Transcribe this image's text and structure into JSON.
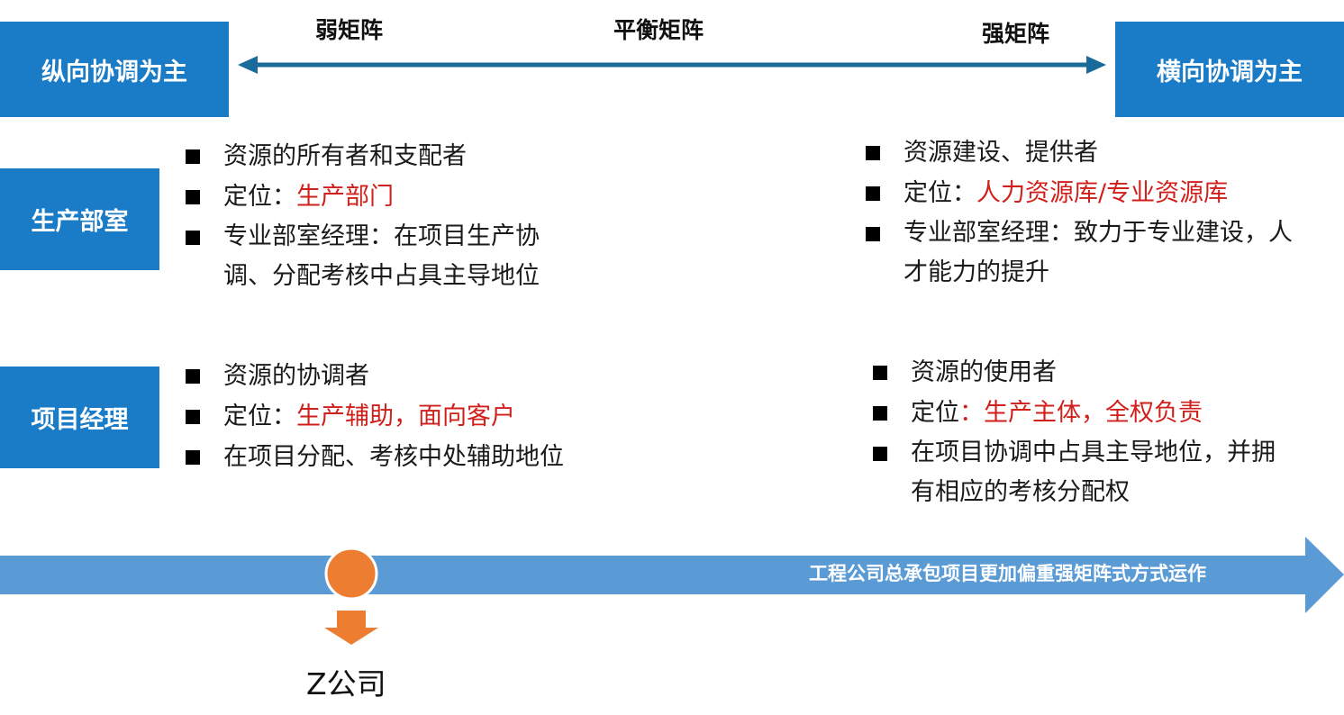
{
  "top": {
    "left_box": "纵向协调为主",
    "right_box": "横向协调为主",
    "weak": "弱矩阵",
    "balanced": "平衡矩阵",
    "strong": "强矩阵"
  },
  "rows": {
    "dept": {
      "label": "生产部室",
      "left": {
        "item1": "资源的所有者和支配者",
        "item2_prefix": "定位：",
        "item2_value": "生产部门",
        "item3": "专业部室经理：在项目生产协调、分配考核中占具主导地位"
      },
      "right": {
        "item1": "资源建设、提供者",
        "item2_prefix": "定位：",
        "item2_value": "人力资源库/专业资源库",
        "item3": "专业部室经理：致力于专业建设，人才能力的提升"
      }
    },
    "pm": {
      "label": "项目经理",
      "left": {
        "item1": "资源的协调者",
        "item2_prefix": "定位：",
        "item2_value": "生产辅助，面向客户",
        "item3": "在项目分配、考核中处辅助地位"
      },
      "right": {
        "item1": "资源的使用者",
        "item2_prefix": "定位",
        "item2_value": "：生产主体，全权负责",
        "item3": "在项目协调中占具主导地位，并拥有相应的考核分配权"
      }
    }
  },
  "banner": {
    "text": "工程公司总承包项目更加偏重强矩阵式方式运作"
  },
  "marker": {
    "label": "Z公司"
  },
  "colors": {
    "box_blue": "#1a7bc6",
    "axis_blue": "#1a6a9a",
    "banner_blue": "#5b9bd5",
    "marker_orange": "#ed7d31",
    "highlight_red": "#d0201c"
  }
}
